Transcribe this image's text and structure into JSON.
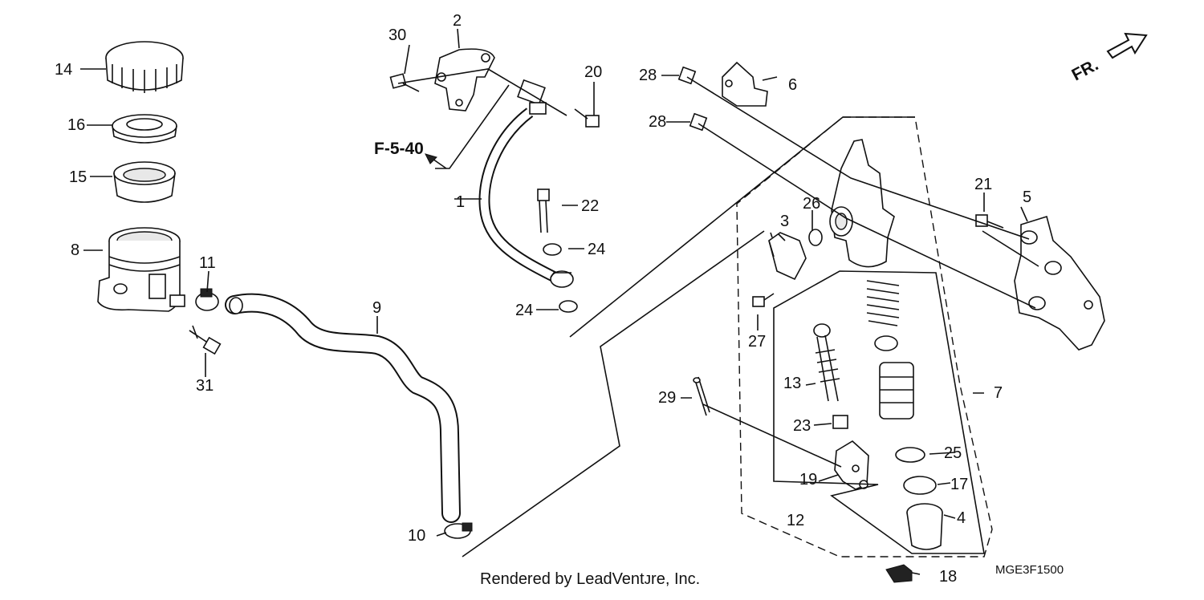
{
  "labels": {
    "p1": "1",
    "p2": "2",
    "p3": "3",
    "p4": "4",
    "p5": "5",
    "p6": "6",
    "p7": "7",
    "p8": "8",
    "p9": "9",
    "p10": "10",
    "p11": "11",
    "p12": "12",
    "p13": "13",
    "p14": "14",
    "p15": "15",
    "p16": "16",
    "p17": "17",
    "p18": "18",
    "p19": "19",
    "p20": "20",
    "p21": "21",
    "p22": "22",
    "p23": "23",
    "p24a": "24",
    "p24b": "24",
    "p25": "25",
    "p26": "26",
    "p27": "27",
    "p28a": "28",
    "p28b": "28",
    "p29": "29",
    "p30": "30",
    "p31": "31"
  },
  "reference": "F-5-40",
  "direction": "FR.",
  "diagram_code": "MGE3F1500",
  "footer": "Rendered by LeadVentᴊre, Inc."
}
